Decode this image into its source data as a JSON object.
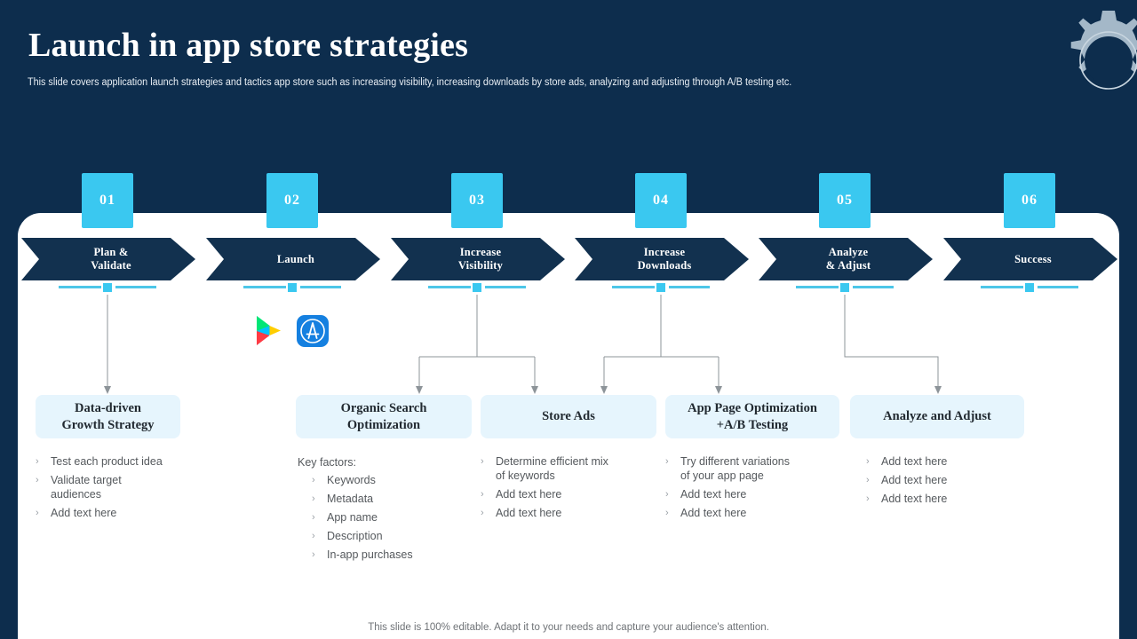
{
  "header": {
    "title": "Launch in app store strategies",
    "subtitle": "This slide covers application launch strategies and tactics app store such as increasing visibility, increasing downloads by store ads, analyzing and adjusting through A/B testing etc.",
    "gear_icon": "gear-icon"
  },
  "colors": {
    "background": "#0d2d4d",
    "panel": "#ffffff",
    "accent_cyan": "#3ac8f0",
    "chevron_navy": "#12314f",
    "card_header": "#e6f5fd",
    "body_text": "#55595d"
  },
  "process": {
    "steps": [
      {
        "number": "01",
        "label": "Plan &\nValidate",
        "label_line1": "Plan &",
        "label_line2": "Validate"
      },
      {
        "number": "02",
        "label": "Launch",
        "label_line1": "Launch",
        "label_line2": ""
      },
      {
        "number": "03",
        "label": "Increase Visibility",
        "label_line1": "Increase",
        "label_line2": "Visibility"
      },
      {
        "number": "04",
        "label": "Increase Downloads",
        "label_line1": "Increase",
        "label_line2": "Downloads"
      },
      {
        "number": "05",
        "label": "Analyze & Adjust",
        "label_line1": "Analyze",
        "label_line2": "& Adjust"
      },
      {
        "number": "06",
        "label": "Success",
        "label_line1": "Success",
        "label_line2": ""
      }
    ]
  },
  "store_badges": [
    {
      "name": "google-play-icon",
      "label": "Google Play"
    },
    {
      "name": "app-store-icon",
      "label": "App Store"
    }
  ],
  "cards": [
    {
      "title_line1": "Data-driven",
      "title_line2": "Growth Strategy",
      "pre_label": "",
      "bullets": [
        "Test each product idea",
        "Validate target audiences",
        "Add text here"
      ]
    },
    {
      "title_line1": "Organic Search",
      "title_line2": "Optimization",
      "pre_label": "Key factors:",
      "bullets": [
        "Keywords",
        "Metadata",
        "App name",
        "Description",
        "In-app purchases"
      ]
    },
    {
      "title_line1": "Store Ads",
      "title_line2": "",
      "pre_label": "",
      "bullets": [
        "Determine efficient mix of keywords",
        "Add text here",
        "Add text here"
      ]
    },
    {
      "title_line1": "App Page Optimization",
      "title_line2": "+A/B Testing",
      "pre_label": "",
      "bullets": [
        "Try different variations of your app page",
        "Add text here",
        "Add text here"
      ]
    },
    {
      "title_line1": "Analyze and Adjust",
      "title_line2": "",
      "pre_label": "",
      "bullets": [
        "Add text here",
        "Add text here",
        "Add text here"
      ]
    }
  ],
  "footer": {
    "note": "This slide is 100% editable. Adapt it to your needs and capture your audience's attention."
  }
}
